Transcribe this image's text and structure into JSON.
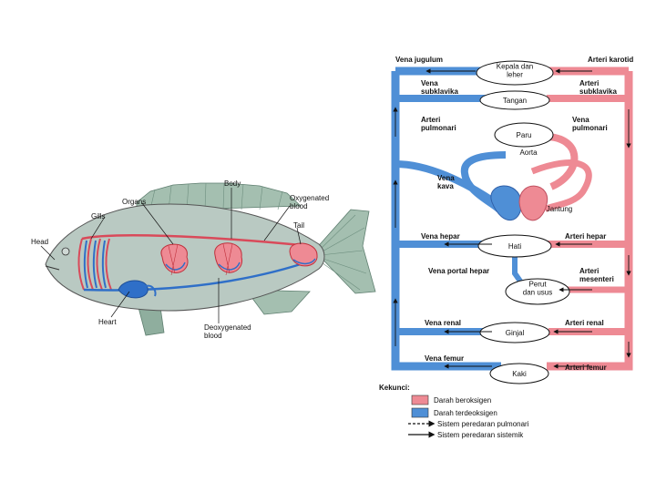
{
  "colors": {
    "oxygenated": "#ee8a94",
    "deoxygenated": "#4f8fd6",
    "fish_body": "#b9c9c2",
    "outline": "#111111"
  },
  "fish": {
    "labels": {
      "body": "Body",
      "organs": "Organs",
      "oxygenated": "Oxygenated\nblood",
      "gills": "Gills",
      "tail": "Tail",
      "head": "Head",
      "heart": "Heart",
      "deoxygenated": "Deoxygenated\nblood"
    }
  },
  "circulation": {
    "organs": {
      "kepala": "Kepala dan\nleher",
      "tangan": "Tangan",
      "paru": "Paru",
      "aorta": "Aorta",
      "jantung": "Jantung",
      "hati": "Hati",
      "perut": "Perut\ndan usus",
      "ginjal": "Ginjal",
      "kaki": "Kaki"
    },
    "left_labels": {
      "vena_jugulum": "Vena jugulum",
      "vena_subklavika": "Vena\nsubklavika",
      "arteri_pulmonari": "Arteri\npulmonari",
      "vena_kava": "Vena\nkava",
      "vena_hepar": "Vena hepar",
      "vena_portal": "Vena portal hepar",
      "vena_renal": "Vena renal",
      "vena_femur": "Vena femur"
    },
    "right_labels": {
      "arteri_karotid": "Arteri karotid",
      "arteri_subklavika": "Arteri\nsubklavika",
      "vena_pulmonari": "Vena\npulmonari",
      "arteri_hepar": "Arteri hepar",
      "arteri_mesenteri": "Arteri\nmesenteri",
      "arteri_renal": "Arteri renal",
      "arteri_femur": "Arteri femur"
    },
    "legend": {
      "title": "Kekunci:",
      "oxygenated": "Darah beroksigen",
      "deoxygenated": "Darah terdeoksigen",
      "pulmonary": "Sistem peredaran pulmonari",
      "systemic": "Sistem peredaran sistemik"
    }
  }
}
